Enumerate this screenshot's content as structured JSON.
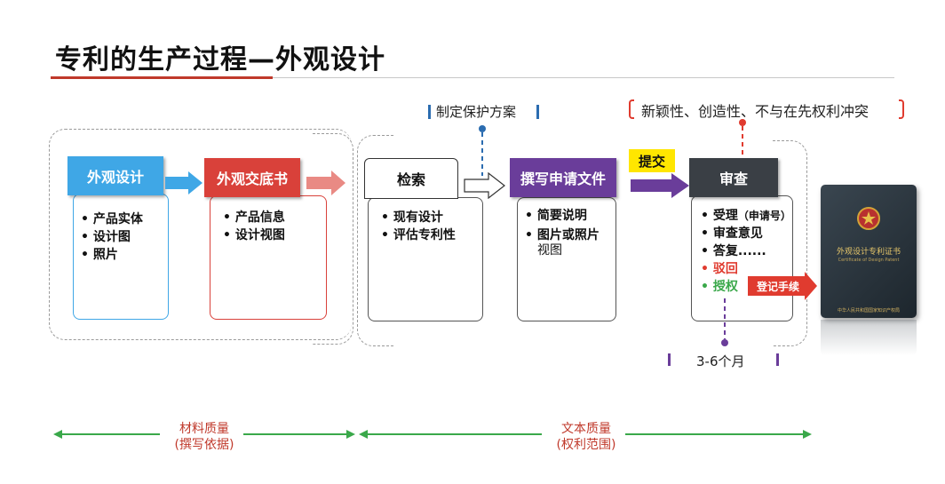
{
  "title": "专利的生产过程—外观设计",
  "colors": {
    "title_rule": "#c0392b",
    "design_blue": "#3fa7e6",
    "disclosure_red": "#d9413a",
    "search_white": "#ffffff",
    "application_purple": "#6a3d9a",
    "exam_dark": "#3a3f45",
    "submit_yellow": "#ffe600",
    "reject_red": "#e03b2f",
    "grant_green": "#3aa84a",
    "quality_arrow_green": "#3aa84a"
  },
  "steps": {
    "design": {
      "label": "外观设计",
      "items": [
        "• 产品实体",
        "• 设计图",
        "• 照片"
      ]
    },
    "disclosure": {
      "label": "外观交底书",
      "items": [
        "• 产品信息",
        "• 设计视图"
      ]
    },
    "search": {
      "label": "检索",
      "items": [
        "• 现有设计",
        "• 评估专利性"
      ]
    },
    "application": {
      "label": "撰写申请文件",
      "items": [
        "• 简要说明",
        "• 图片或照片",
        "视图"
      ]
    },
    "examination": {
      "label": "审查",
      "items": [
        "• 受理",
        "（申请号）",
        "• 审查意见",
        "• 答复......",
        "• 驳回",
        "• 授权"
      ]
    }
  },
  "annotations": {
    "protection_plan": "制定保护方案",
    "criteria": "新颖性、创造性、不与在先权利冲突",
    "submit": "提交",
    "registration": "登记手续",
    "duration": "3-6个月"
  },
  "quality": {
    "material": {
      "line1": "材料质量",
      "line2": "(撰写依据)"
    },
    "text": {
      "line1": "文本质量",
      "line2": "(权利范围)"
    }
  },
  "certificate": {
    "title": "外观设计专利证书",
    "subtitle": "Certificate of Design Patent",
    "issuer": "中华人民共和国国家知识产权局",
    "icon": "national-emblem-icon"
  }
}
